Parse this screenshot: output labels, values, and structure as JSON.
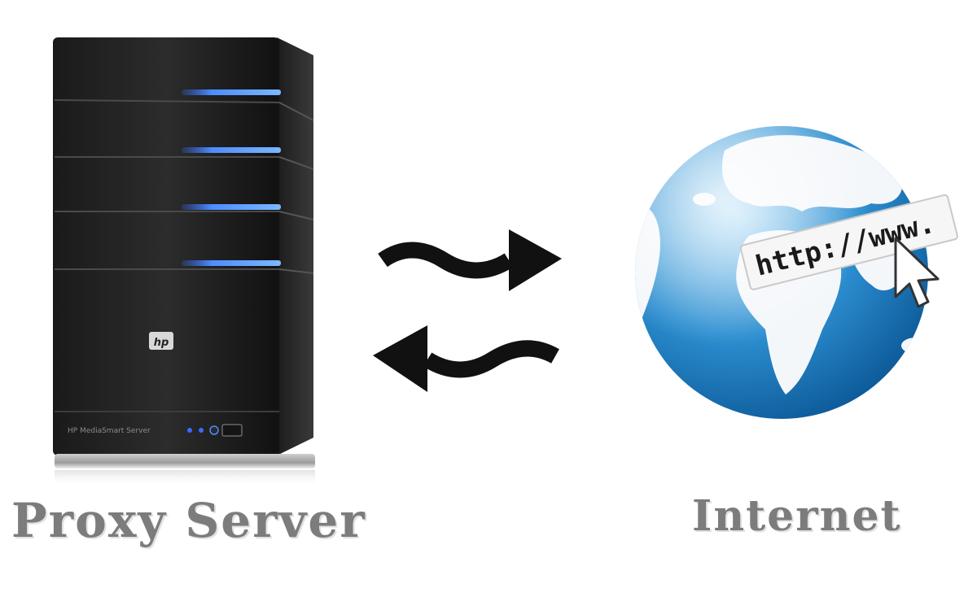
{
  "server": {
    "brand": "hp",
    "model_label": "HP MediaSmart Server",
    "caption": "Proxy Server",
    "led_color": "#2f6bff",
    "icon": "server-tower-icon"
  },
  "internet": {
    "url_text": "http://www.",
    "caption": "Internet",
    "ocean_color": "#2d8fd1",
    "land_color": "#f4f7fa",
    "icon": "globe-icon",
    "cursor_icon": "mouse-pointer-icon"
  },
  "flow": {
    "outgoing_icon": "wavy-arrow-right-icon",
    "incoming_icon": "wavy-arrow-left-icon",
    "arrow_color": "#111111"
  },
  "colors": {
    "caption_text": "#7c7c7c",
    "background": "#ffffff"
  }
}
